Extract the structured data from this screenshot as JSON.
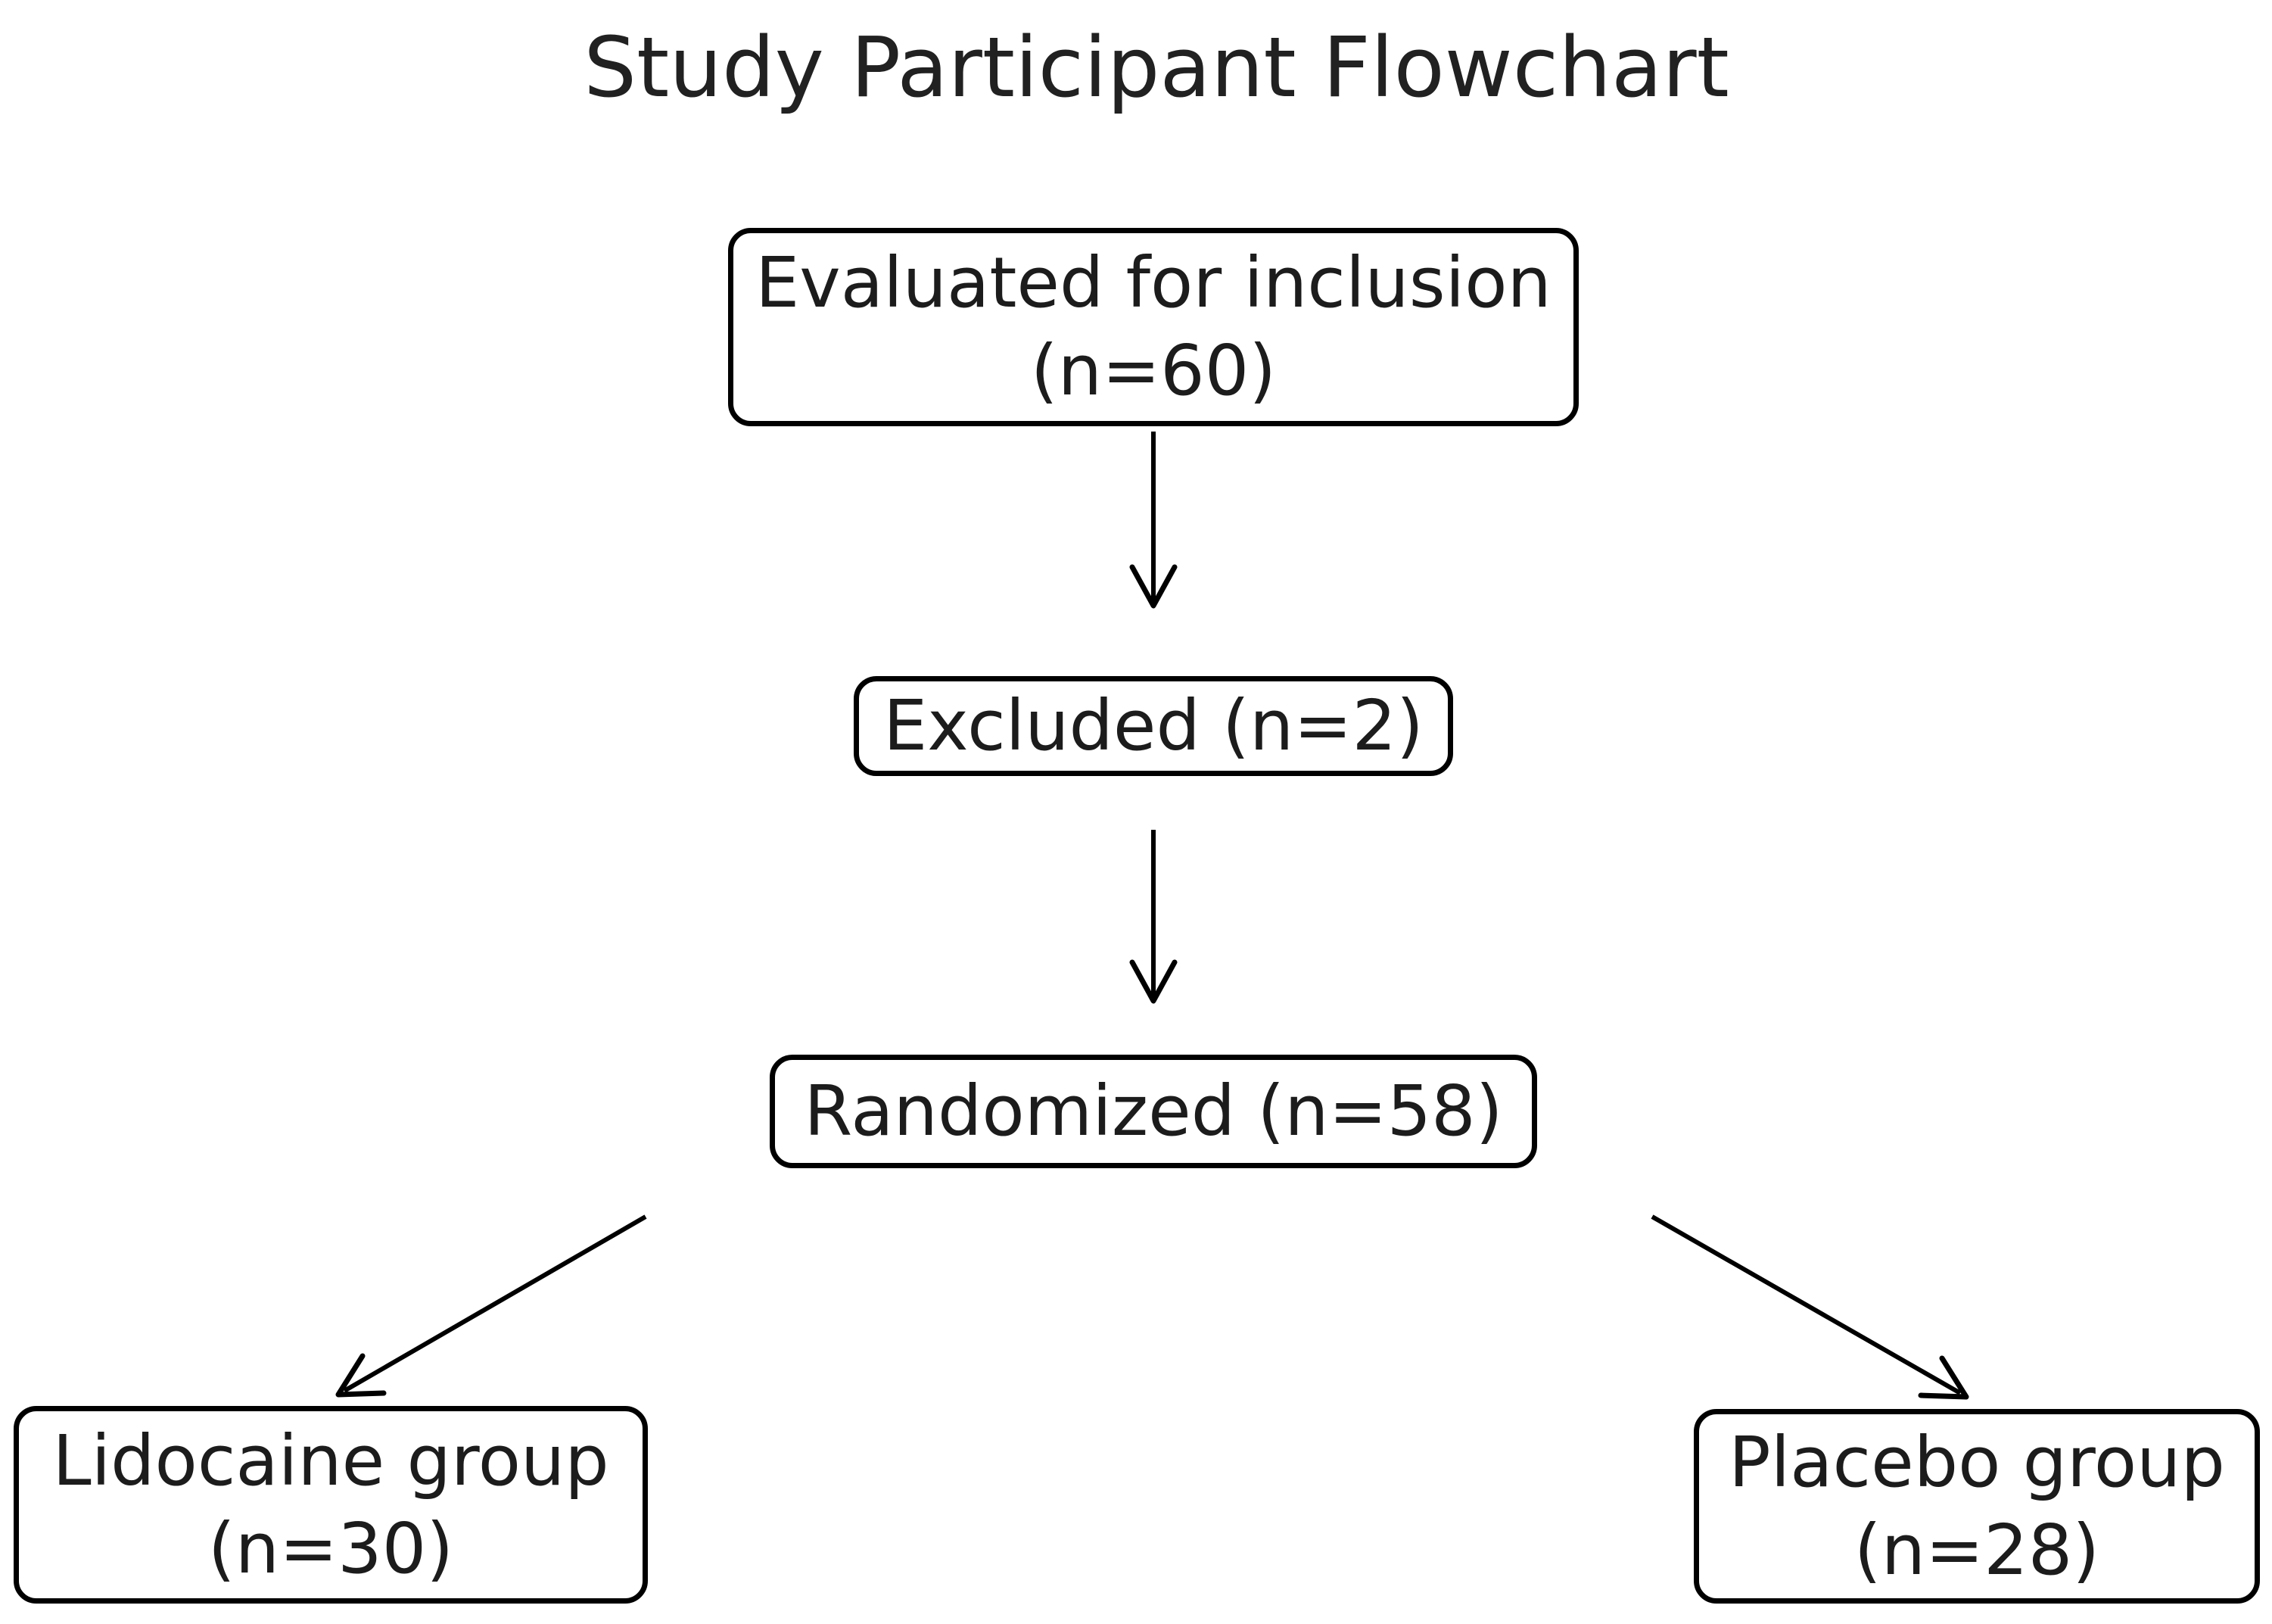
{
  "title": "Study Participant Flowchart",
  "colors": {
    "background": "#ffffff",
    "ink": "#000000",
    "text": "#1c1c1c"
  },
  "flowchart": {
    "nodes": [
      {
        "id": "evaluated",
        "line1": "Evaluated for inclusion",
        "line2": "(n=60)"
      },
      {
        "id": "excluded",
        "line1": "Excluded (n=2)",
        "line2": ""
      },
      {
        "id": "randomized",
        "line1": "Randomized (n=58)",
        "line2": ""
      },
      {
        "id": "lidocaine",
        "line1": "Lidocaine group",
        "line2": "(n=30)"
      },
      {
        "id": "placebo",
        "line1": "Placebo group",
        "line2": "(n=28)"
      }
    ],
    "edges": [
      {
        "from": "evaluated",
        "to": "excluded"
      },
      {
        "from": "excluded",
        "to": "randomized"
      },
      {
        "from": "randomized",
        "to": "lidocaine"
      },
      {
        "from": "randomized",
        "to": "placebo"
      }
    ],
    "counts": {
      "evaluated": 60,
      "excluded": 2,
      "randomized": 58,
      "lidocaine": 30,
      "placebo": 28
    }
  }
}
